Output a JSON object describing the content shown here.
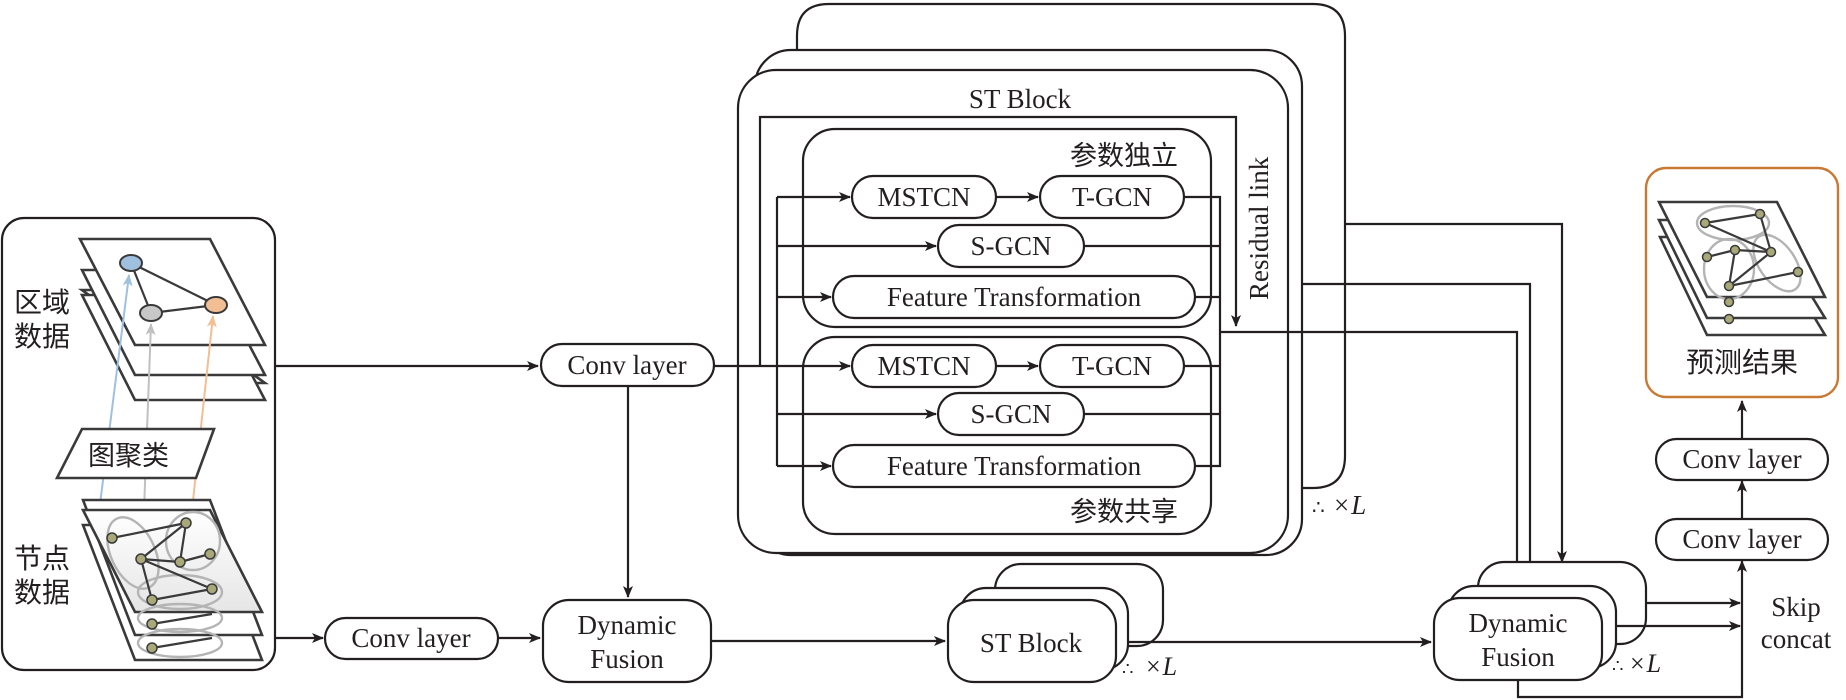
{
  "input_panel": {
    "region_label_line1": "区域",
    "region_label_line2": "数据",
    "node_label_line1": "节点",
    "node_label_line2": "数据",
    "clustering_label": "图聚类",
    "region_node_colors": [
      "#9fc0de",
      "#c8c8c8",
      "#f2bf95"
    ]
  },
  "top_conv": {
    "label": "Conv layer"
  },
  "bottom_conv": {
    "label": "Conv layer"
  },
  "dynamic_fusion_1": {
    "line1": "Dynamic",
    "line2": "Fusion"
  },
  "st_block_detail": {
    "title": "ST Block",
    "residual_label": "Residual link",
    "repeat_label": "×",
    "repeat_var": "L",
    "independent_group": {
      "label": "参数独立",
      "mstcn": "MSTCN",
      "tgcn": "T-GCN",
      "sgcn": "S-GCN",
      "feature": "Feature Transformation"
    },
    "shared_group": {
      "label": "参数共享",
      "mstcn": "MSTCN",
      "tgcn": "T-GCN",
      "sgcn": "S-GCN",
      "feature": "Feature Transformation"
    }
  },
  "st_block_small": {
    "label": "ST Block",
    "repeat_label": "×",
    "repeat_var": "L"
  },
  "dynamic_fusion_2": {
    "line1": "Dynamic",
    "line2": "Fusion",
    "repeat_label": "×",
    "repeat_var": "L"
  },
  "skip": {
    "line1": "Skip",
    "line2": "concat"
  },
  "output_conv_1": {
    "label": "Conv layer"
  },
  "output_conv_2": {
    "label": "Conv layer"
  },
  "output_panel": {
    "label": "预测结果",
    "border_color": "#c87a34"
  }
}
